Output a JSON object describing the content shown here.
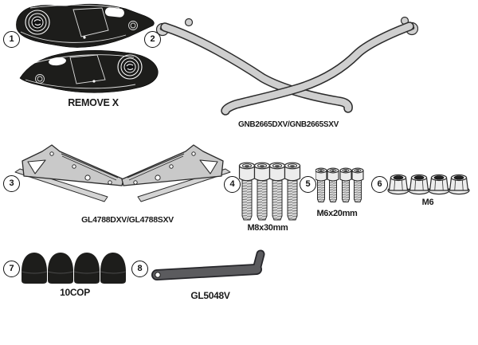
{
  "diagram": {
    "type": "mounting-kit-parts-diagram",
    "background": "#ffffff",
    "colors": {
      "outline": "#2b2b2b",
      "tube_gray": "#cfcfcf",
      "bracket_gray": "#c9c9c9",
      "black_part": "#1d1d1b",
      "wrench_gray": "#5b5b5e",
      "label_color": "#1a1a1a"
    }
  },
  "items": [
    {
      "number": "1",
      "label": "REMOVE X",
      "part": "side-panels-to-remove"
    },
    {
      "number": "2",
      "label": "GNB2665DXV/GNB2665SXV",
      "part": "pannier-holder-tubes"
    },
    {
      "number": "3",
      "label": "GL4788DXV/GL4788SXV",
      "part": "mounting-bracket-plates"
    },
    {
      "number": "4",
      "label": "M8x30mm",
      "part": "socket-bolts-m8"
    },
    {
      "number": "5",
      "label": "M6x20mm",
      "part": "socket-bolts-m6"
    },
    {
      "number": "6",
      "label": "M6",
      "part": "flange-lock-nuts"
    },
    {
      "number": "7",
      "label": "10COP",
      "part": "black-cover-caps"
    },
    {
      "number": "8",
      "label": "GL5048V",
      "part": "wrench-tool"
    }
  ]
}
